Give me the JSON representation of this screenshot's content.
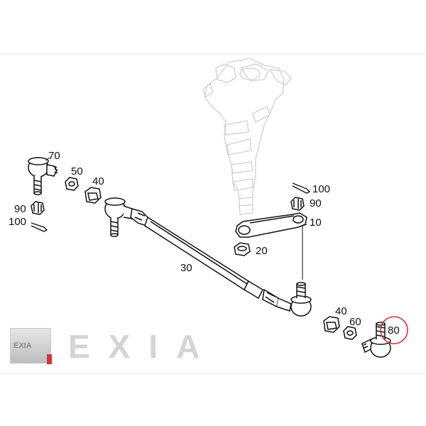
{
  "parts": {
    "p70": "70",
    "p50": "50",
    "p40_left": "40",
    "p90_left": "90",
    "p100_left": "100",
    "p100_right": "100",
    "p90_right": "90",
    "p10": "10",
    "p20": "20",
    "p30": "30",
    "p40_right": "40",
    "p60": "60",
    "p80": "80"
  },
  "highlight": {
    "part": "80",
    "color": "#d9303a"
  },
  "watermark": {
    "text": "EXIA",
    "badge_text": "EXIA"
  },
  "colors": {
    "line": "#111111",
    "ghost_line": "#c8c8c8",
    "accent": "#d9303a"
  }
}
